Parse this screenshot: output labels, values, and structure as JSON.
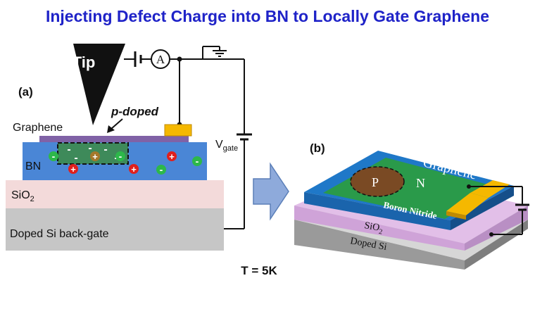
{
  "title": "Injecting Defect Charge into BN to Locally Gate Graphene",
  "panel_a": {
    "label": "(a)",
    "tip": "Tip",
    "ammeter": "A",
    "p_doped": "p-doped",
    "graphene": "Graphene",
    "bn": "BN",
    "sio2_base": "SiO",
    "sio2_sub": "2",
    "si": "Doped Si back-gate",
    "vgate_base": "V",
    "vgate_sub": "gate",
    "plus": "+",
    "minus": "-"
  },
  "panel_b": {
    "label": "(b)",
    "graphene": "Graphene",
    "p": "P",
    "n": "N",
    "bn": "Boron Nitride",
    "sio2_base": "SiO",
    "sio2_sub": "2",
    "si": "Doped Si"
  },
  "temperature": "T = 5K",
  "colors": {
    "title": "#1f23c8",
    "graphene_a": "#8062a6",
    "bn": "#4a86d6",
    "sio2": "#f3dada",
    "si": "#c6c6c6",
    "graphene_b": "#2a9a4a",
    "contact": "#f5b800",
    "p_region": "#7a4a24",
    "arrow": "#8eaadb"
  }
}
